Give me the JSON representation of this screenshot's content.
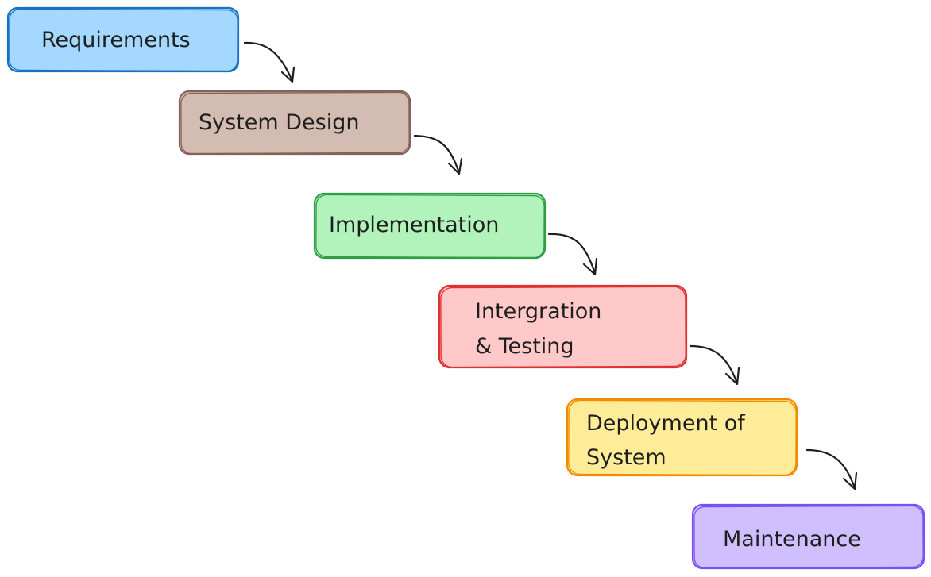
{
  "steps": [
    {
      "id": "requirements",
      "lines": [
        "Requirements"
      ],
      "fill": "#a5d8ff",
      "stroke": "#1971c2"
    },
    {
      "id": "system-design",
      "lines": [
        "System Design"
      ],
      "fill": "#d3bdb3",
      "stroke": "#846358"
    },
    {
      "id": "implementation",
      "lines": [
        "Implementation"
      ],
      "fill": "#b2f2bb",
      "stroke": "#2f9e44"
    },
    {
      "id": "integration-testing",
      "lines": [
        "Intergration",
        "& Testing"
      ],
      "fill": "#ffc9c9",
      "stroke": "#e03131"
    },
    {
      "id": "deployment",
      "lines": [
        "Deployment of",
        "System"
      ],
      "fill": "#ffec99",
      "stroke": "#f08c00"
    },
    {
      "id": "maintenance",
      "lines": [
        "Maintenance"
      ],
      "fill": "#d0bfff",
      "stroke": "#7950f2"
    }
  ],
  "arrow_color": "#1e1e1e"
}
